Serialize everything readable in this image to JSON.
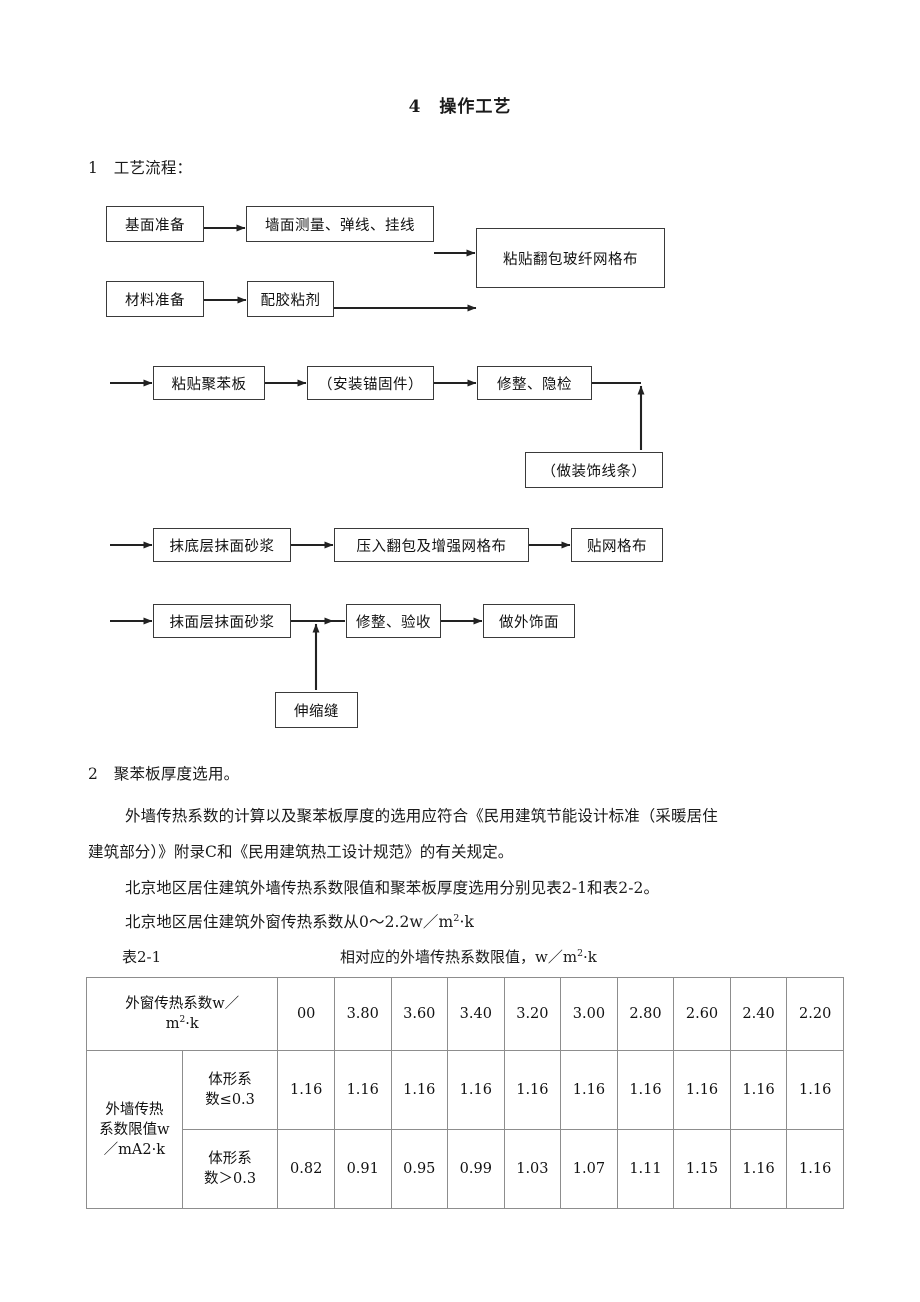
{
  "document": {
    "title": "4　操作工艺"
  },
  "sections": {
    "s1_label": "1　工艺流程：",
    "s2_label": "2　聚苯板厚度选用。"
  },
  "flow": {
    "boxes": [
      {
        "id": "jimian",
        "label": "基面准备"
      },
      {
        "id": "qiangmian",
        "label": "墙面测量、弹线、挂线"
      },
      {
        "id": "zhantie_fanbao",
        "label": "粘贴翻包玻纤网格布"
      },
      {
        "id": "cailiao",
        "label": "材料准备"
      },
      {
        "id": "peijiao",
        "label": "配胶粘剂"
      },
      {
        "id": "zhantie_jbb",
        "label": "粘贴聚苯板"
      },
      {
        "id": "anzhuang",
        "label": "（安装锚固件）"
      },
      {
        "id": "xiuzheng1",
        "label": "修整、隐检"
      },
      {
        "id": "zhuangshi",
        "label": "（做装饰线条）"
      },
      {
        "id": "modiceng",
        "label": "抹底层抹面砂浆"
      },
      {
        "id": "yaru",
        "label": "压入翻包及增强网格布"
      },
      {
        "id": "tiewang",
        "label": "贴网格布"
      },
      {
        "id": "momianceng",
        "label": "抹面层抹面砂浆"
      },
      {
        "id": "xiuzheng2",
        "label": "修整、验收"
      },
      {
        "id": "waishimian",
        "label": "做外饰面"
      },
      {
        "id": "shensuofeng",
        "label": "伸缩缝"
      }
    ]
  },
  "paragraphs": {
    "p1_line1": "外墙传热系数的计算以及聚苯板厚度的选用应符合《民用建筑节能设计标准（采暖居住",
    "p1_line2": "建筑部分）》附录C和《民用建筑热工设计规范》的有关规定。",
    "p2": "北京地区居住建筑外墙传热系数限值和聚苯板厚度选用分别见表2-1和表2-2。",
    "p3_pre": "北京地区居住建筑外窗传热系数从0～2.2w／m",
    "p3_sup": "2",
    "p3_post": "·k"
  },
  "table_caption": {
    "number": "表2-1",
    "text_pre": "相对应的外墙传热系数限值，w／m",
    "text_sup": "2",
    "text_post": "·k"
  },
  "chart_data": {
    "type": "table",
    "title": "相对应的外墙传热系数限值，w／m2·k",
    "header_label_pre": "外窗传热系数w／",
    "header_label_post_pre": "m",
    "header_label_post_sup": "2",
    "header_label_post_tail": "·k",
    "categories": [
      "00",
      "3.80",
      "3.60",
      "3.40",
      "3.20",
      "3.00",
      "2.80",
      "2.60",
      "2.40",
      "2.20"
    ],
    "row_group_label_l1": "外墙传热",
    "row_group_label_l2": "系数限值w",
    "row_group_label_l3": "／mA2·k",
    "series": [
      {
        "name_l1": "体形系",
        "name_l2": "数≤0.3",
        "values": [
          "1.16",
          "1.16",
          "1.16",
          "1.16",
          "1.16",
          "1.16",
          "1.16",
          "1.16",
          "1.16",
          "1.16"
        ]
      },
      {
        "name_l1": "体形系",
        "name_l2": "数＞0.3",
        "values": [
          "0.82",
          "0.91",
          "0.95",
          "0.99",
          "1.03",
          "1.07",
          "1.11",
          "1.15",
          "1.16",
          "1.16"
        ]
      }
    ],
    "xlabel": "外窗传热系数w／m2·k",
    "ylabel": "外墙传热系数限值w／mA2·k"
  }
}
